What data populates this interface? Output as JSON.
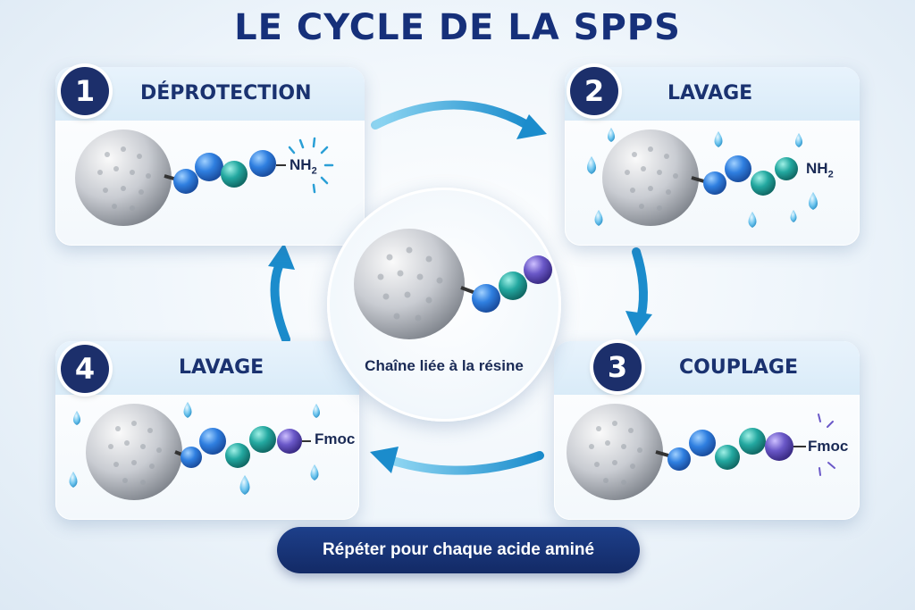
{
  "title": "LE CYCLE DE LA SPPS",
  "steps": [
    {
      "number": "1",
      "label": "DÉPROTECTION",
      "end_group": "NH",
      "end_sub": "2"
    },
    {
      "number": "2",
      "label": "LAVAGE",
      "end_group": "NH",
      "end_sub": "2"
    },
    {
      "number": "3",
      "label": "COUPLAGE",
      "end_group": "Fmoc"
    },
    {
      "number": "4",
      "label": "LAVAGE",
      "end_group": "Fmoc"
    }
  ],
  "center": {
    "label": "Chaîne liée à la résine"
  },
  "banner": {
    "label": "Répéter pour chaque acide aminé"
  },
  "colors": {
    "navy": "#1c2f6b",
    "arrow": "#2a9fd6",
    "bead_blue": "#2f7fe0",
    "bead_teal": "#23a8a0",
    "bead_purple": "#6a58c8",
    "resin": "#b8bcc4"
  }
}
